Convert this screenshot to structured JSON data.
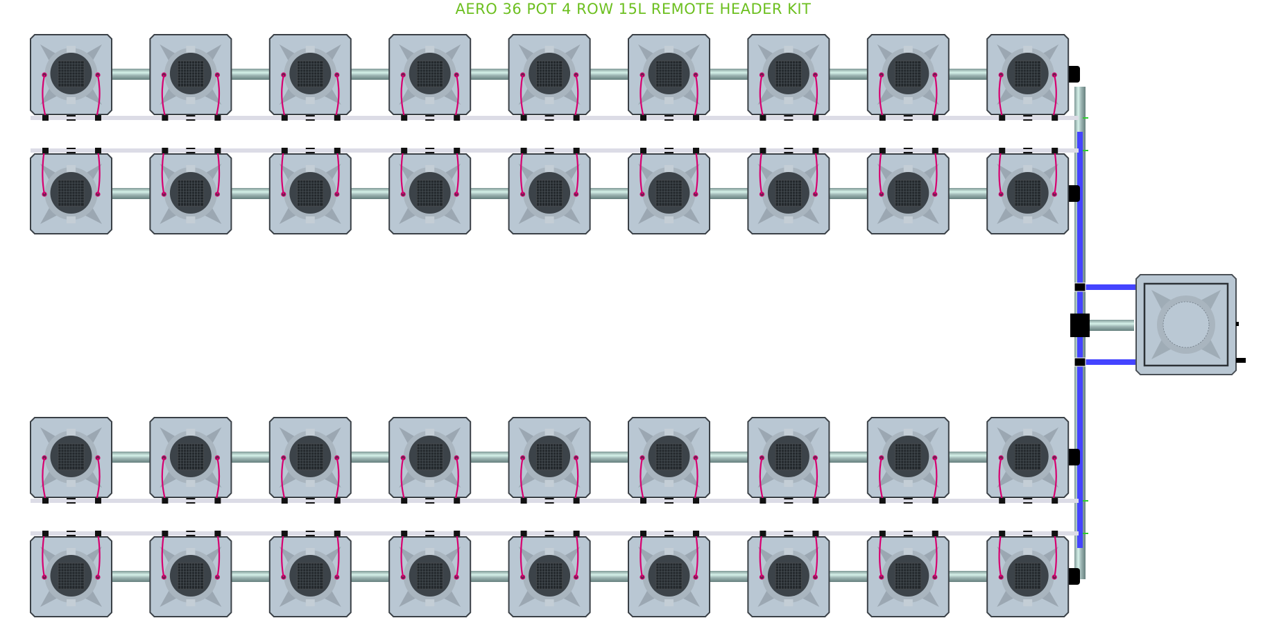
{
  "title": "AERO 36 POT 4 ROW 15L REMOTE HEADER KIT",
  "layout": {
    "rows": 4,
    "pots_per_row": 9,
    "remote_header_tanks": 1
  },
  "colors": {
    "title": "#6cbf1f",
    "pot_body": "#b9c7d3",
    "pot_lid": "#3c4349",
    "drip_tube": "#d6006f",
    "feed_line": "#4444ff",
    "pipe": "#a9c3c0",
    "fitting": "#000000",
    "drain_line": "#dcdce6"
  },
  "icons": [
    "pot-icon",
    "remote-tank-icon",
    "elbow-fitting-icon"
  ]
}
